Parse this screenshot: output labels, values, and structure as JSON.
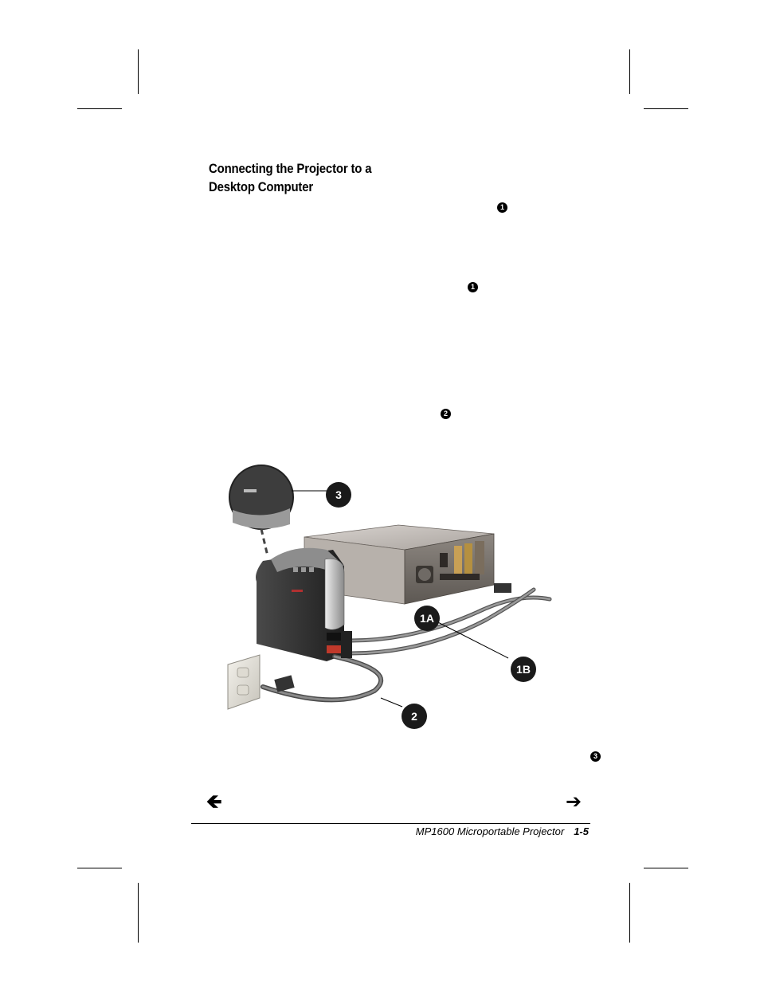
{
  "section_heading": "Connecting the Projector to a Desktop Computer",
  "step_markers": [
    "1",
    "1",
    "2",
    "3"
  ],
  "figure": {
    "callouts": [
      "3",
      "1A",
      "1B",
      "2"
    ]
  },
  "navigation": {
    "prev_icon": "left-arrow-icon",
    "next_icon": "right-arrow-icon",
    "prev_glyph": "🡸",
    "next_glyph": "➔"
  },
  "footer": {
    "title": "MP1600 Microportable Projector",
    "page_number": "1-5"
  }
}
